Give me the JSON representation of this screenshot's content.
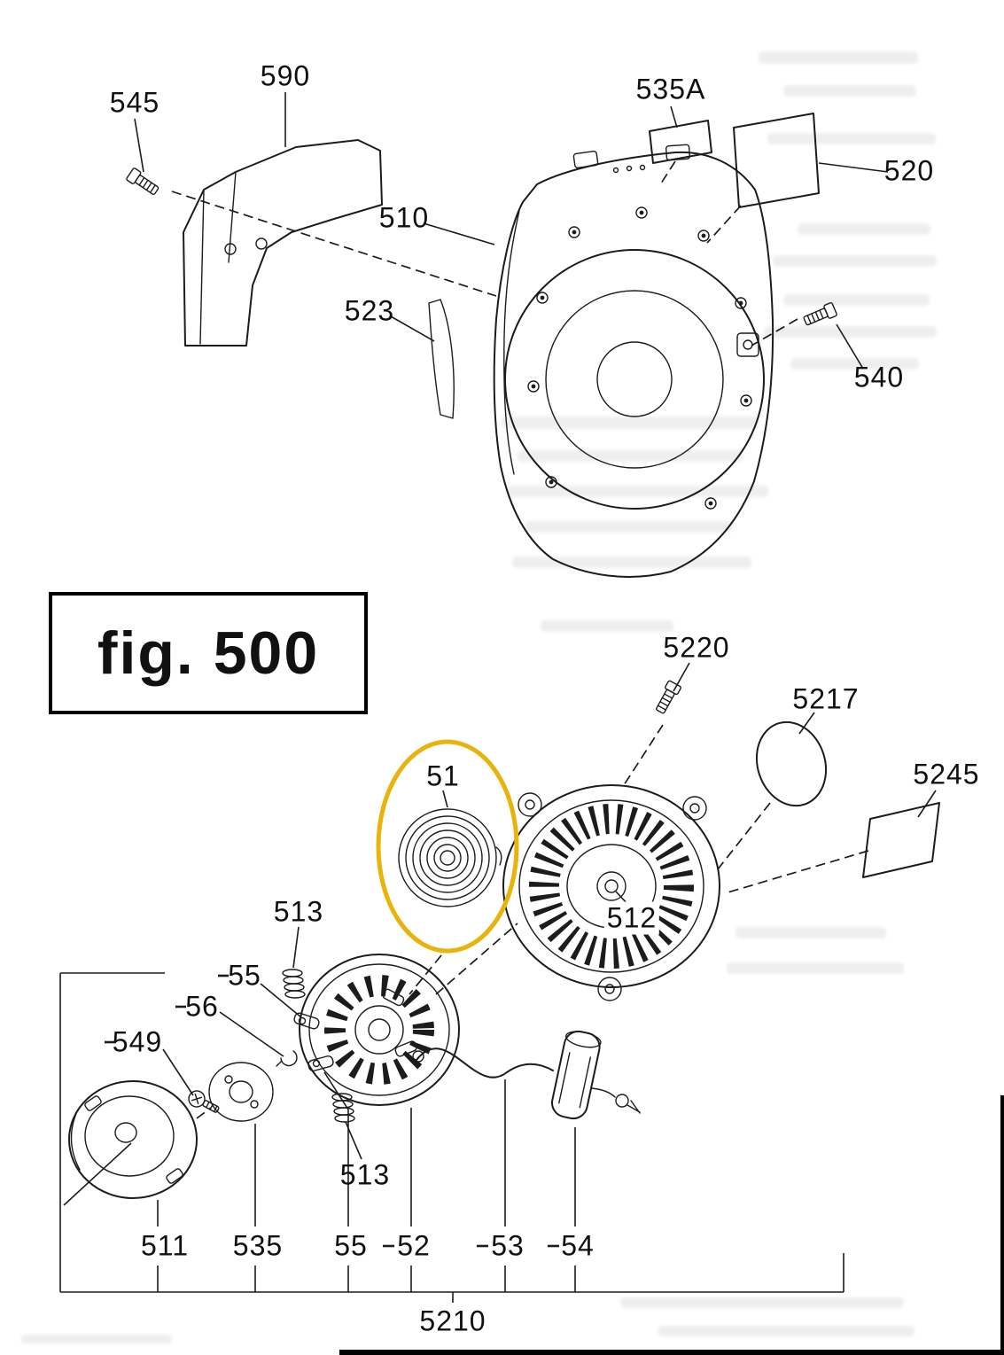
{
  "figure": {
    "caption": "fig. 500",
    "group_label": "5210"
  },
  "colors": {
    "highlight": "#e8b30c",
    "line": "#1c1c1c",
    "background": "#ffffff"
  },
  "labels": {
    "p545": "545",
    "p590": "590",
    "p535a": "535A",
    "p520": "520",
    "p510": "510",
    "p523": "523",
    "p540": "540",
    "p5220": "5220",
    "p5217": "5217",
    "p5245": "5245",
    "p51": "51",
    "p512": "512",
    "p513_top": "513",
    "p55_left": "55",
    "p56": "56",
    "p549": "549",
    "p513_bottom": "513",
    "p511": "511",
    "p535": "535",
    "p55_bottom": "55",
    "p52": "52",
    "p53": "53",
    "p54": "54",
    "p5210": "5210"
  }
}
